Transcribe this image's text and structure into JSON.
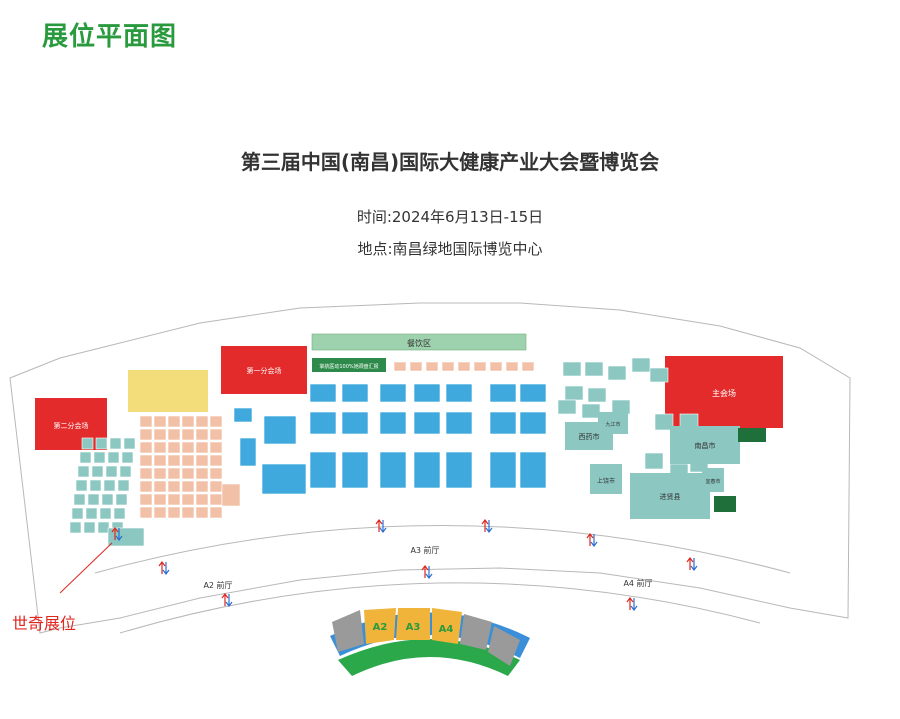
{
  "page_heading": "展位平面图",
  "expo": {
    "title": "第三届中国(南昌)国际大健康产业大会暨博览会",
    "time": "时间:2024年6月13日-15日",
    "place": "地点:南昌绿地国际博览中心"
  },
  "map": {
    "catering_zone": "餐饮区",
    "forum_2": "第二分会场",
    "forum_1": "第一分会场",
    "main_forum": "主会场",
    "banner": "掌航医动100%她颈盘汇报",
    "lobby_a2": "A2 前厅",
    "lobby_a3": "A3 前厅",
    "lobby_a4": "A4 前厅",
    "hall_a2": "A2",
    "hall_a3": "A3",
    "hall_a4": "A4",
    "hall_booths": [
      "西药市",
      "南昌市",
      "进贤县",
      "上饶市",
      "九江市",
      "宜春市"
    ]
  },
  "callout": {
    "label": "世奇展位"
  },
  "colors": {
    "heading_green": "#2a9a3e",
    "callout_red": "#e0261f",
    "forum_red": "#e32b2b",
    "booth_blue": "#3fa9dd",
    "booth_teal": "#8cc7c1",
    "booth_peach": "#f2c0a6",
    "booth_yellow": "#f3dc7a",
    "catering_green": "#9ed1ad"
  }
}
